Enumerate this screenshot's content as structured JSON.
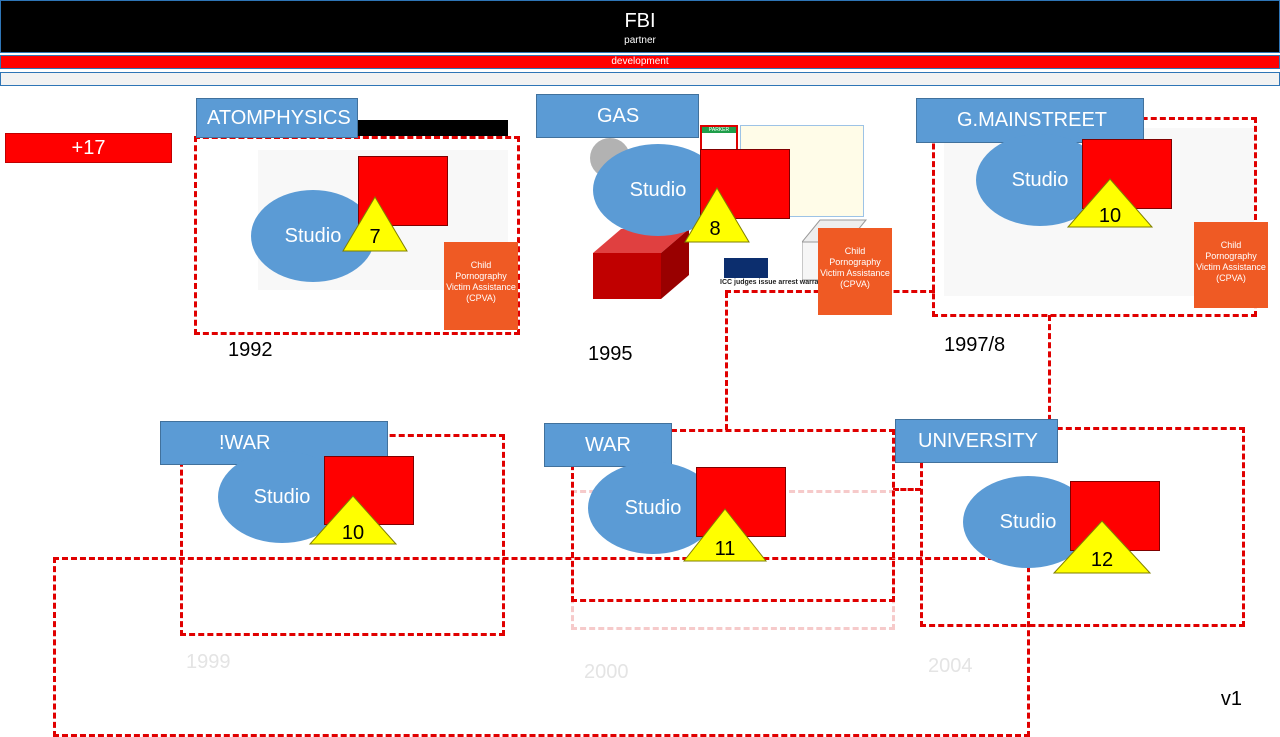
{
  "header": {
    "title": "FBI",
    "subtitle": "partner"
  },
  "bars": {
    "red": "development",
    "white": ""
  },
  "counter": "+17",
  "studio_label": "Studio",
  "book_title": "Child Pornography Victim Assistance (CPVA)",
  "icc_caption": "ICC judges issue arrest warrants agai",
  "parker_label": "PARKER",
  "nodes": [
    {
      "label": "ATOMPHYSICS",
      "year": "1992",
      "count": "7"
    },
    {
      "label": "GAS",
      "year": "1995",
      "count": "8"
    },
    {
      "label": "G.MAINSTREET",
      "year": "1997/8",
      "count": "10"
    },
    {
      "label": "!WAR",
      "year": "1999",
      "count": "10"
    },
    {
      "label": "WAR",
      "year": "2000",
      "count": "11"
    },
    {
      "label": "UNIVERSITY",
      "year": "2004",
      "count": "12"
    }
  ],
  "version": "v1",
  "colors": {
    "accent_blue": "#5b9bd5",
    "red": "#ff0000",
    "triangle": "#ffff00",
    "book": "#ef5a24"
  }
}
